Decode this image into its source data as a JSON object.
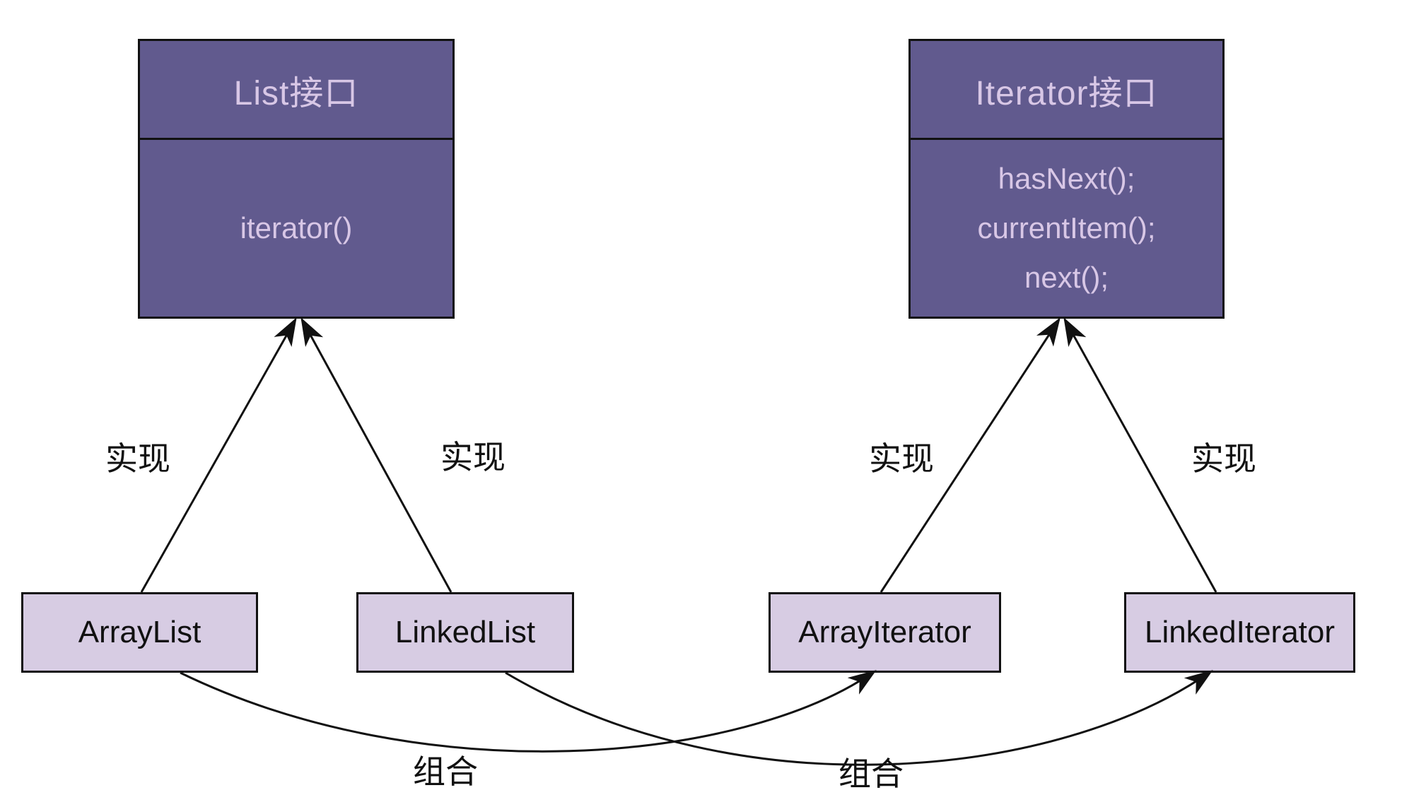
{
  "diagram": {
    "background": "#ffffff",
    "colors": {
      "interface_fill": "#615a8e",
      "interface_text": "#d8c7e6",
      "class_fill": "#d7cce3",
      "class_text": "#111111",
      "edge_line": "#111111"
    },
    "interfaces": [
      {
        "title": "List接口",
        "methods": [
          "iterator()"
        ]
      },
      {
        "title": "Iterator接口",
        "methods": [
          "hasNext();",
          "currentItem();",
          "next();"
        ]
      }
    ],
    "classes": [
      {
        "label": "ArrayList"
      },
      {
        "label": "LinkedList"
      },
      {
        "label": "ArrayIterator"
      },
      {
        "label": "LinkedIterator"
      }
    ],
    "edge_labels": {
      "implements": [
        "实现",
        "实现",
        "实现",
        "实现"
      ],
      "composition": [
        "组合",
        "组合"
      ]
    }
  }
}
